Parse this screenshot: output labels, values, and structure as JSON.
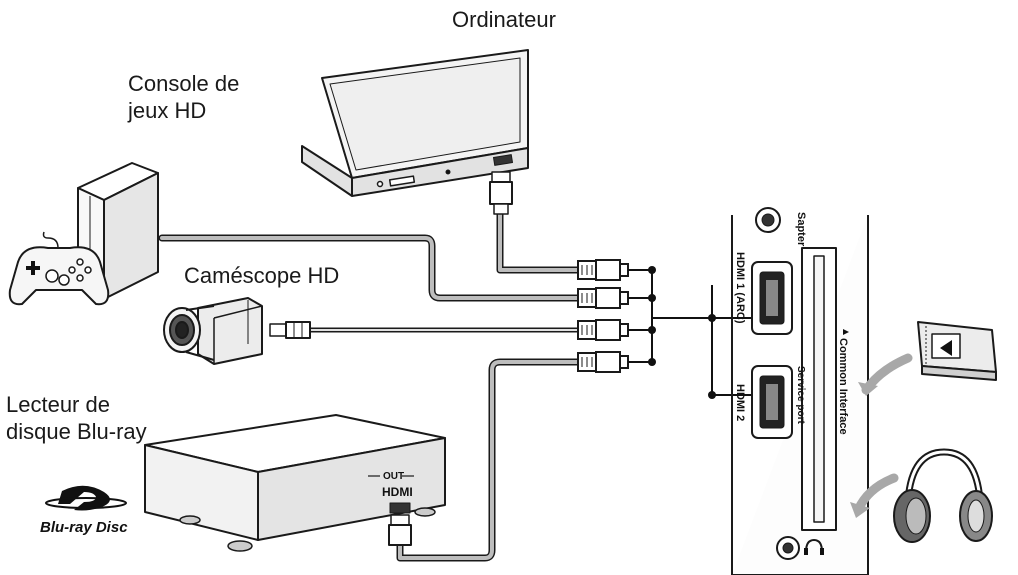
{
  "devices": {
    "computer": {
      "label": "Ordinateur"
    },
    "game_console": {
      "label_line1": "Console de",
      "label_line2": "jeux HD"
    },
    "camcorder": {
      "label": "Caméscope HD"
    },
    "bluray_player": {
      "label_line1": "Lecteur de",
      "label_line2": "disque Blu-ray",
      "out_label": "OUT",
      "hdmi_label": "HDMI",
      "logo_text": "Blu-ray Disc"
    }
  },
  "tv_panel": {
    "port_top_label": "Sapter",
    "hdmi1_label": "HDMI 1 (ARC)",
    "hdmi2_label": "HDMI 2",
    "service_port_label": "Service port",
    "common_interface_label": "Common Interface"
  },
  "colors": {
    "line": "#1a1a1a",
    "cable": "#9a9a9a",
    "device_fill": "#f4f4f4",
    "device_shadow": "#d8d8d8"
  }
}
